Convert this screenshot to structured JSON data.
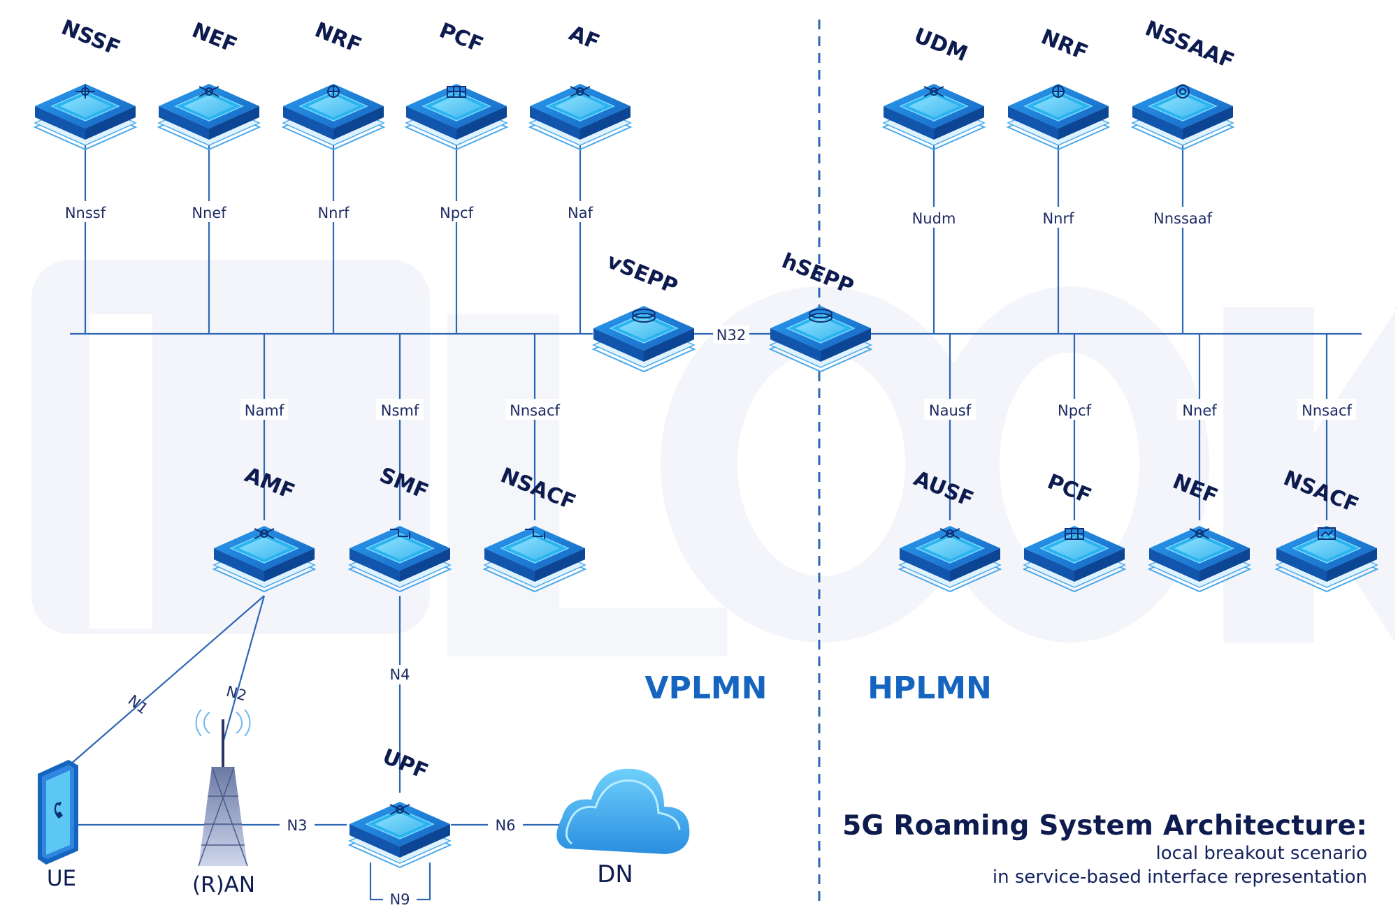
{
  "watermark": "IPLOOK",
  "regions": {
    "left": "VPLMN",
    "right": "HPLMN"
  },
  "title": {
    "main": "5G Roaming System Architecture:",
    "line1": "local breakout scenario",
    "line2": "in service-based interface representation"
  },
  "nodes": {
    "nssf": "NSSF",
    "nef_v": "NEF",
    "nrf_v": "NRF",
    "pcf_v": "PCF",
    "af": "AF",
    "udm": "UDM",
    "nrf_h": "NRF",
    "nssaaf": "NSSAAF",
    "vsepp": "vSEPP",
    "hsepp": "hSEPP",
    "amf": "AMF",
    "smf": "SMF",
    "nsacf_v": "NSACF",
    "ausf": "AUSF",
    "pcf_h": "PCF",
    "nef_h": "NEF",
    "nsacf_h": "NSACF",
    "upf": "UPF",
    "ue": "UE",
    "ran": "(R)AN",
    "dn": "DN"
  },
  "interfaces": {
    "nnssf": "Nnssf",
    "nnef_v": "Nnef",
    "nnrf_v": "Nnrf",
    "npcf_v": "Npcf",
    "naf": "Naf",
    "nudm": "Nudm",
    "nnrf_h": "Nnrf",
    "nnssaaf": "Nnssaaf",
    "namf": "Namf",
    "nsmf": "Nsmf",
    "nnsacf_v": "Nnsacf",
    "nausf": "Nausf",
    "npcf_h": "Npcf",
    "nnef_h": "Nnef",
    "nnsacf_h": "Nnsacf",
    "n32": "N32",
    "n1": "N1",
    "n2": "N2",
    "n3": "N3",
    "n4": "N4",
    "n6": "N6",
    "n9": "N9"
  },
  "colors": {
    "line": "#2e66b6",
    "label": "#1b2a63",
    "region": "#1565c0",
    "chip_top": "#1976d2",
    "chip_face": "#4fc3f7",
    "watermark": "#f4f5fa"
  }
}
